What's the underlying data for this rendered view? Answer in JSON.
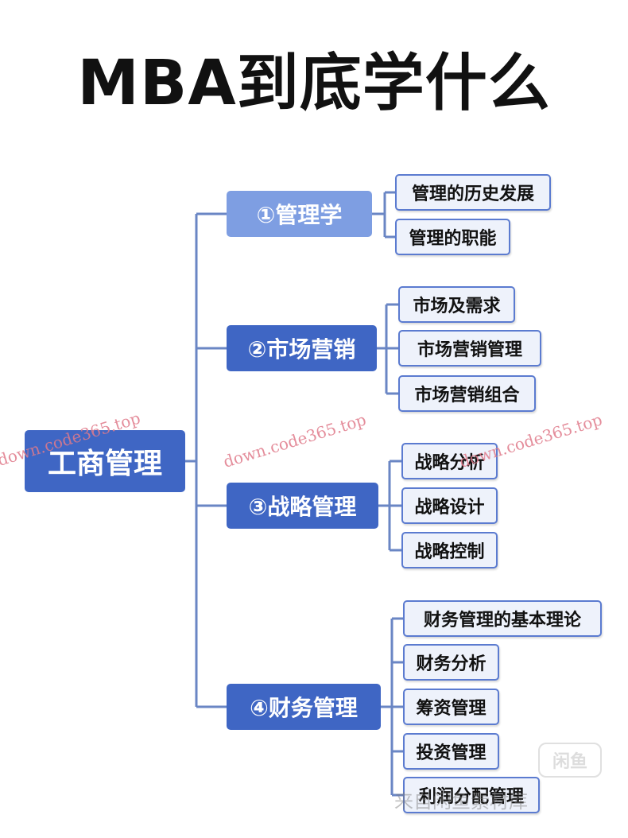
{
  "title": "MBA到底学什么",
  "root": "工商管理",
  "categories": [
    {
      "label": "①管理学",
      "items": [
        "管理的历史发展",
        "管理的职能"
      ]
    },
    {
      "label": "②市场营销",
      "items": [
        "市场及需求",
        "市场营销管理",
        "市场营销组合"
      ]
    },
    {
      "label": "③战略管理",
      "items": [
        "战略分析",
        "战略设计",
        "战略控制"
      ]
    },
    {
      "label": "④财务管理",
      "items": [
        "财务管理的基本理论",
        "财务分析",
        "筹资管理",
        "投资管理",
        "利润分配管理"
      ]
    }
  ],
  "watermarks": [
    "down.code365.top",
    "down.code365.top",
    "down.code365.top"
  ],
  "logo": "闲鱼",
  "bottom_watermark": "来自闲鱼素材库",
  "colors": {
    "primary": "#3f66c4",
    "primary_light": "#7e9ee2",
    "leaf_bg": "#eef2fb",
    "leaf_border": "#5b7bd0",
    "line": "#6a86c4"
  }
}
